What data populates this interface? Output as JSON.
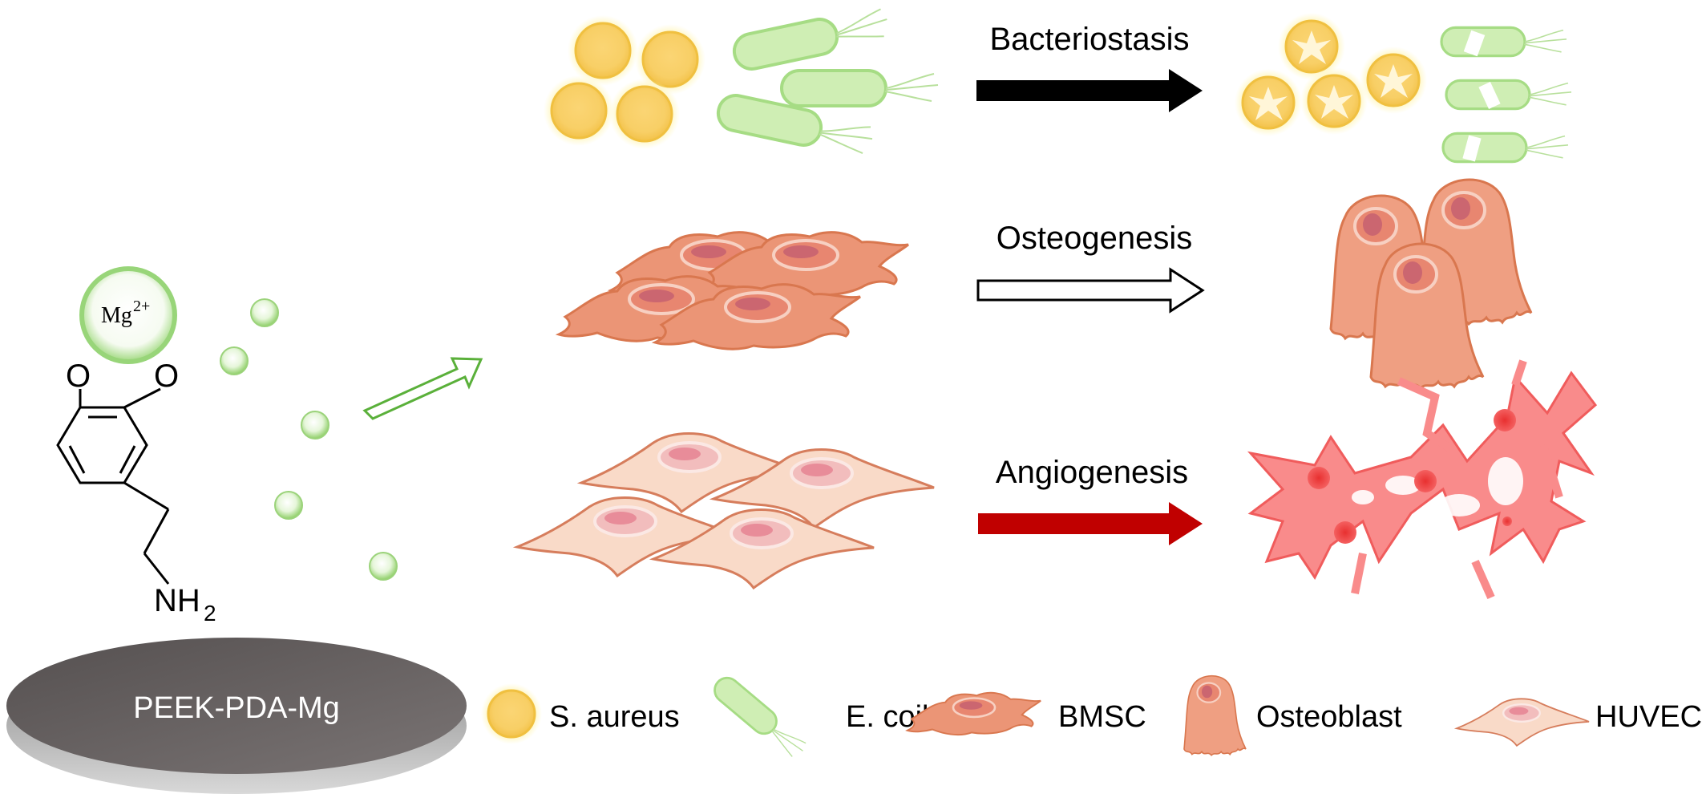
{
  "figure": {
    "magnesium_ion": "Mg",
    "magnesium_charge": "2+",
    "molecule": {
      "oxygen_left": "O",
      "oxygen_right": "O",
      "amine": "NH",
      "amine_subscript": "2"
    },
    "substrate_label": "PEEK-PDA-Mg",
    "processes": [
      {
        "label": "Bacteriostasis",
        "arrow_style": "solid",
        "arrow_color": "#000000"
      },
      {
        "label": "Osteogenesis",
        "arrow_style": "outline",
        "arrow_color": "#000000"
      },
      {
        "label": "Angiogenesis",
        "arrow_style": "solid",
        "arrow_color": "#c00000"
      }
    ],
    "legend": [
      {
        "label": "S. aureus",
        "icon": "s-aureus-icon"
      },
      {
        "label": "E. coil",
        "icon": "e-coli-icon"
      },
      {
        "label": "BMSC",
        "icon": "bmsc-icon"
      },
      {
        "label": "Osteoblast",
        "icon": "osteoblast-icon"
      },
      {
        "label": "HUVEC",
        "icon": "huvec-icon"
      }
    ],
    "colors": {
      "s_aureus": "#f9d26a",
      "e_coli": "#c8ecaa",
      "bmsc": "#e9967a",
      "huvec": "#f8d8c6",
      "vessel": "#f87f7f",
      "mg_ball": "#9fd97e",
      "substrate": "#6e6a6a"
    }
  }
}
